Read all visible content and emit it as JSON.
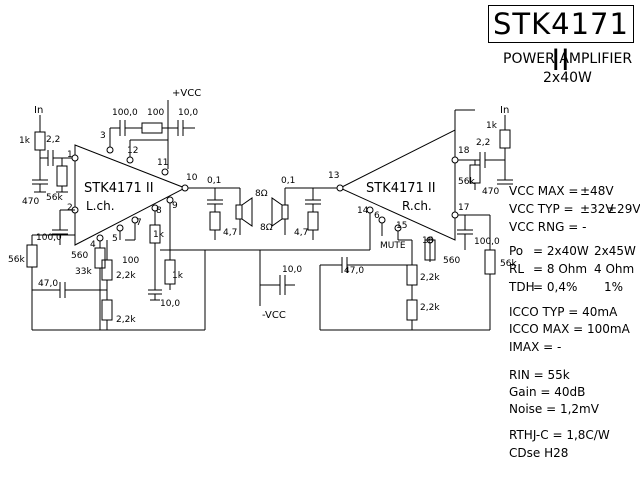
{
  "header": {
    "part_number": "STK4171 II",
    "subtitle": "POWER AMPLIFIER",
    "rating": "2x40W"
  },
  "specs": {
    "vcc_max_label": "VCC MAX =",
    "vcc_max": "±48V",
    "vcc_typ_label": "VCC TYP =",
    "vcc_typ": "±32V",
    "vcc_typ_alt": "±29V",
    "vcc_rng_label": "VCC RNG = -",
    "po_label": "Po",
    "po": "= 2x40W",
    "po_alt": "2x45W",
    "rl_label": "RL",
    "rl": "= 8 Ohm",
    "rl_alt": "4 Ohm",
    "tdh_label": "TDH",
    "tdh": "= 0,4%",
    "tdh_alt": "1%",
    "icco_typ": "ICCO TYP = 40mA",
    "icco_max": "ICCO MAX = 100mA",
    "imax": "IMAX =    -",
    "rin": "RIN  = 55k",
    "gain": "Gain  = 40dB",
    "noise": "Noise = 1,2mV",
    "rthj": "RTHJ-C = 1,8C/W",
    "case": "CDse  H28"
  },
  "left_channel": {
    "chip": "STK4171 II",
    "channel": "L.ch.",
    "input": "In",
    "pins": [
      "1",
      "2",
      "3",
      "4",
      "5",
      "7",
      "8",
      "9",
      "10",
      "11",
      "12"
    ],
    "components": [
      "1k",
      "2,2",
      "470",
      "56k",
      "100,0",
      "100",
      "100,0",
      "56k",
      "560",
      "33k",
      "2,2k",
      "100",
      "47,0",
      "2,2k",
      "1k",
      "1k",
      "10,0",
      "0,1",
      "4,7",
      "8Ω"
    ]
  },
  "right_channel": {
    "chip": "STK4171 II",
    "channel": "R.ch.",
    "input": "In",
    "mute": "MUTE",
    "pins": [
      "13",
      "14",
      "6",
      "15",
      "16",
      "17",
      "18"
    ],
    "components": [
      "1k",
      "2,2",
      "56k",
      "470",
      "100,0",
      "56k",
      "560",
      "2,2k",
      "47,0",
      "2,2k",
      "0,1",
      "4,7",
      "8Ω"
    ]
  },
  "supply": {
    "vcc_pos": "+VCC",
    "vcc_neg": "-VCC",
    "cap": "10,0"
  }
}
